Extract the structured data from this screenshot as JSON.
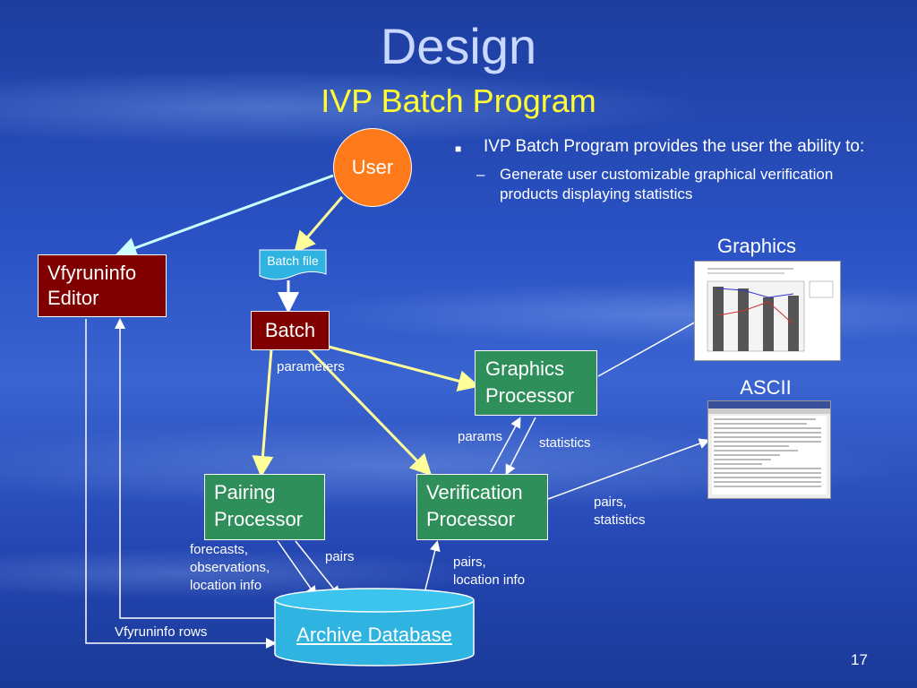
{
  "slide": {
    "title": "Design",
    "subtitle": "IVP Batch Program",
    "page_number": "17"
  },
  "bullets": {
    "main": "IVP Batch Program provides the user the ability to:",
    "sub": "Generate user customizable graphical verification products displaying statistics"
  },
  "nodes": {
    "user": "User",
    "vfyruninfo_editor_line1": "Vfyruninfo",
    "vfyruninfo_editor_line2": "Editor",
    "batch_file": "Batch file",
    "batch": "Batch",
    "graphics_processor_line1": "Graphics",
    "graphics_processor_line2": "Processor",
    "pairing_processor_line1": "Pairing",
    "pairing_processor_line2": "Processor",
    "verification_processor_line1": "Verification",
    "verification_processor_line2": "Processor",
    "archive_database": "Archive Database",
    "graphics_output": "Graphics",
    "ascii_output": "ASCII"
  },
  "edge_labels": {
    "parameters": "parameters",
    "params": "params",
    "statistics": "statistics",
    "pairs_statistics_1": "pairs,",
    "pairs_statistics_2": "statistics",
    "forecasts_1": "forecasts,",
    "forecasts_2": "observations,",
    "forecasts_3": "location info",
    "pairs": "pairs",
    "pairs_location_1": "pairs,",
    "pairs_location_2": "location info",
    "vfyruninfo_rows": "Vfyruninfo rows"
  },
  "colors": {
    "user": "#ff7a1a",
    "editor": "#800000",
    "processor": "#2f8f5a",
    "database": "#2fb3e0",
    "arrow_yellow": "#ffff99",
    "arrow_cyan": "#ccffff"
  }
}
